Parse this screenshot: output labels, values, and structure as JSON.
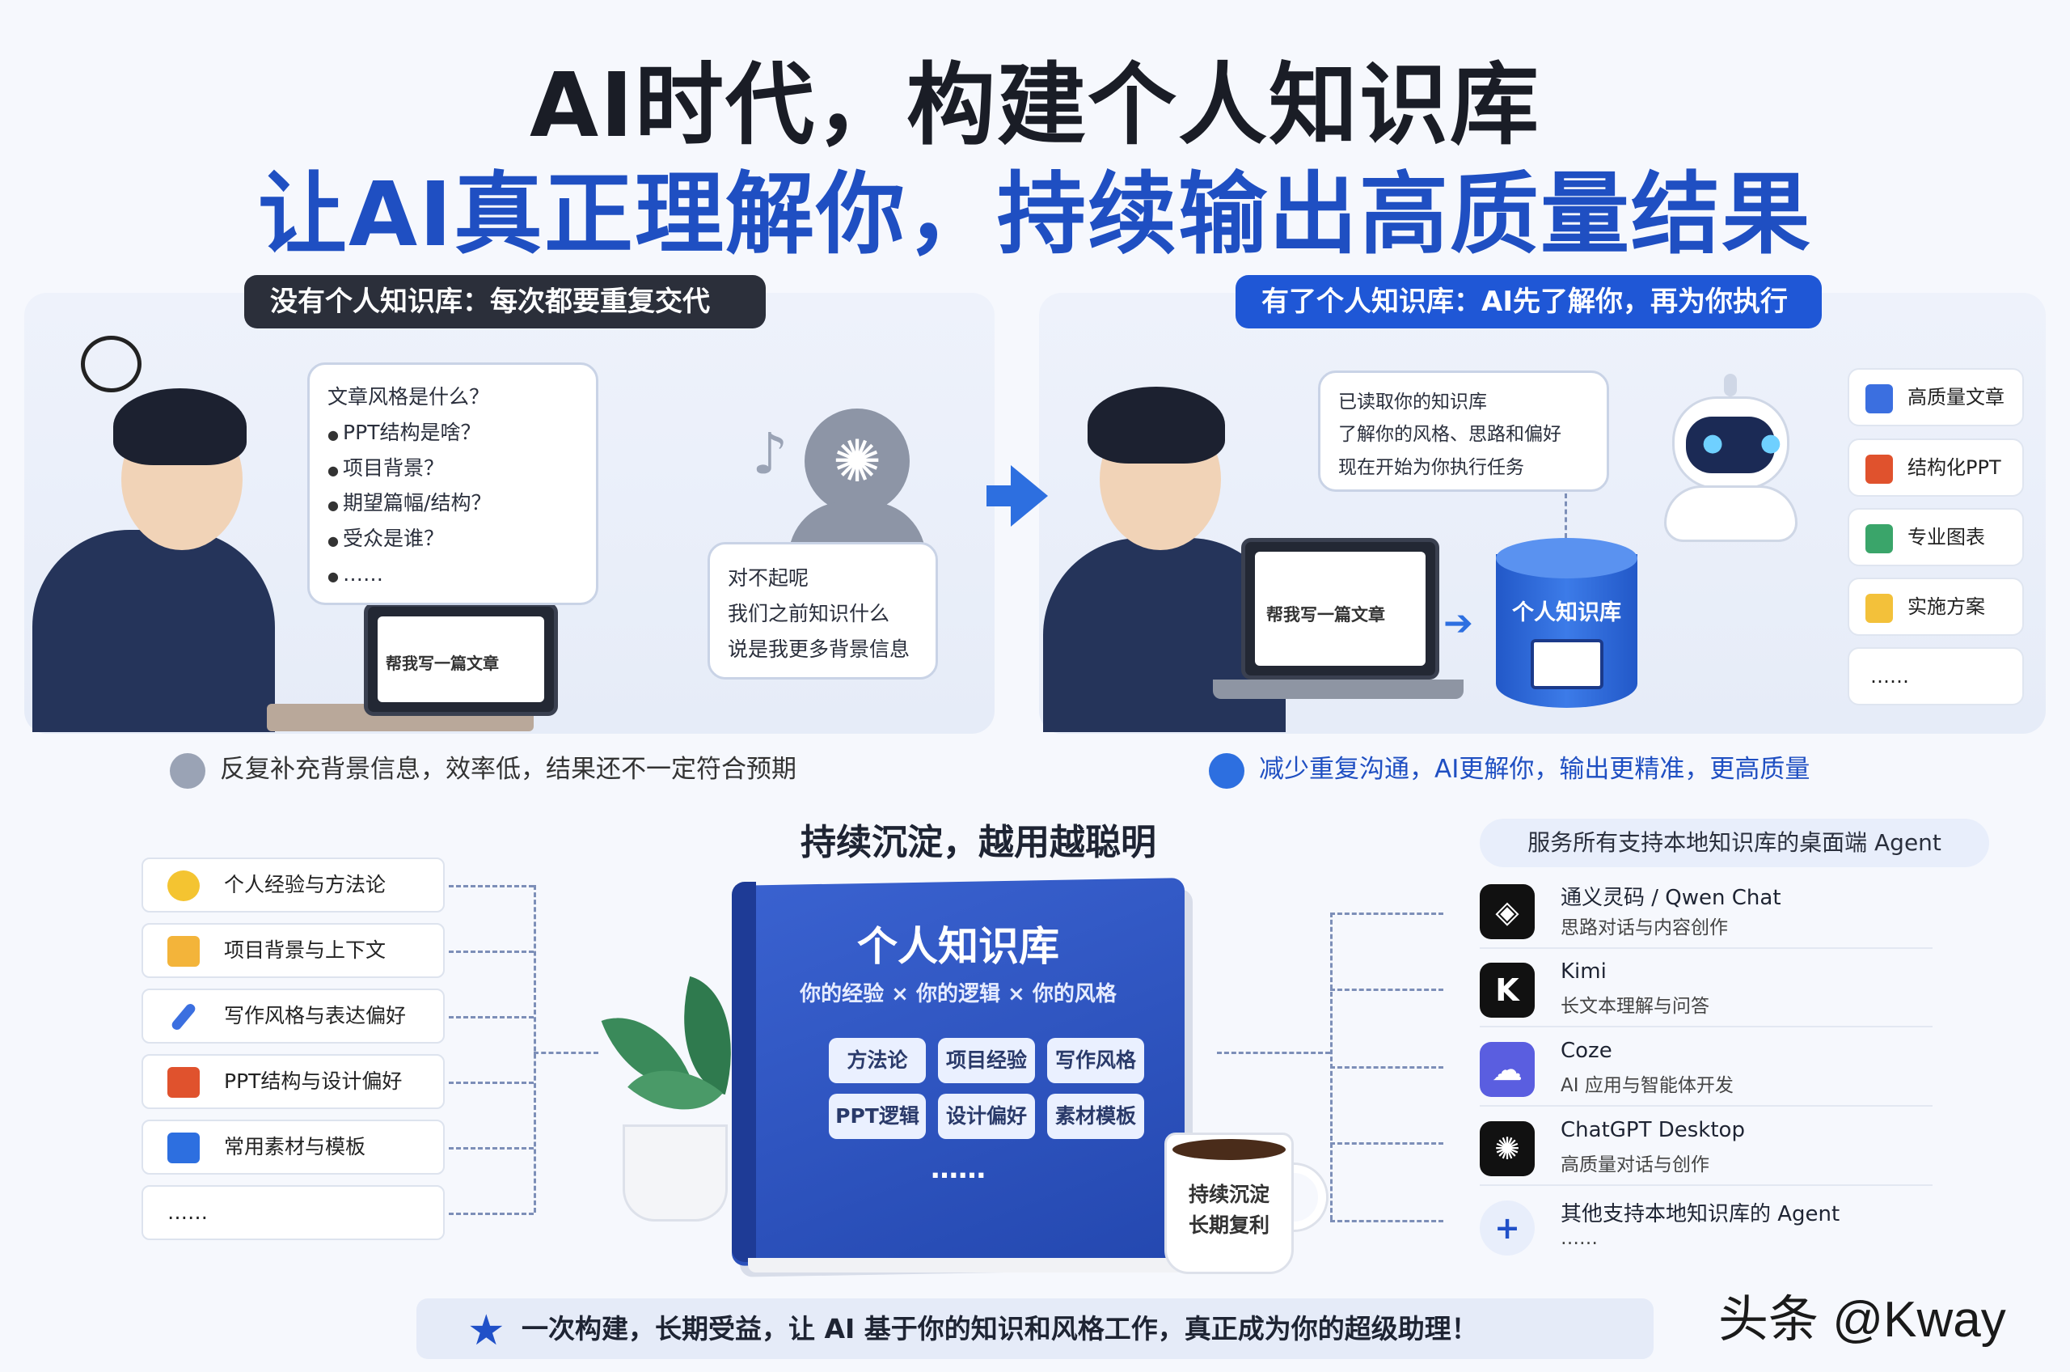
{
  "header": {
    "title": "AI时代，构建个人知识库",
    "subtitle": "让AI真正理解你，持续输出高质量结果"
  },
  "left_panel": {
    "pill": "没有个人知识库：每次都要重复交代",
    "question_bubble": {
      "heading": "文章风格是什么？",
      "items": [
        "PPT结构是啥？",
        "项目背景？",
        "期望篇幅/结构？",
        "受众是谁？",
        "……"
      ]
    },
    "laptop_text": "帮我写一篇文章",
    "ai_bubble": [
      "对不起呢",
      "我们之前知识什么",
      "说是我更多背景信息"
    ],
    "status": "反复补充背景信息，效率低，结果还不一定符合预期"
  },
  "right_panel": {
    "pill": "有了个人知识库：AI先了解你，再为你执行",
    "known_bubble": [
      "已读取你的知识库",
      "了解你的风格、思路和偏好",
      "现在开始为你执行任务"
    ],
    "laptop_text": "帮我写一篇文章",
    "cylinder_label": "个人知识库",
    "outputs": [
      "高质量文章",
      "结构化PPT",
      "专业图表",
      "实施方案",
      "……"
    ],
    "status": "减少重复沟通，AI更解你，输出更精准，更高质量"
  },
  "middle": {
    "title": "持续沉淀，越用越聪明",
    "left_items": [
      "个人经验与方法论",
      "项目背景与上下文",
      "写作风格与表达偏好",
      "PPT结构与设计偏好",
      "常用素材与模板",
      "……"
    ],
    "book": {
      "title": "个人知识库",
      "subtitle": "你的经验 × 你的逻辑 × 你的风格",
      "tags": [
        "方法论",
        "项目经验",
        "写作风格",
        "PPT逻辑",
        "设计偏好",
        "素材模板"
      ],
      "dots": "……"
    },
    "mug_text": [
      "持续沉淀",
      "长期复利"
    ]
  },
  "agents": {
    "header": "服务所有支持本地知识库的桌面端 Agent",
    "items": [
      {
        "name": "通义灵码 / Qwen Chat",
        "desc": "思路对话与内容创作",
        "icon": "qwen-icon",
        "glyph": "◈"
      },
      {
        "name": "Kimi",
        "desc": "长文本理解与问答",
        "icon": "kimi-icon",
        "glyph": "K"
      },
      {
        "name": "Coze",
        "desc": "AI 应用与智能体开发",
        "icon": "coze-icon",
        "glyph": "☁"
      },
      {
        "name": "ChatGPT Desktop",
        "desc": "高质量对话与创作",
        "icon": "chatgpt-icon",
        "glyph": "✺"
      },
      {
        "name": "其他支持本地知识库的 Agent",
        "desc": "……",
        "icon": "plus-icon",
        "glyph": "+"
      }
    ]
  },
  "footer": {
    "text": "一次构建，长期受益，让 AI 基于你的知识和风格工作，真正成为你的超级助理！",
    "watermark": "头条 @Kway"
  },
  "colors": {
    "accent_blue": "#1f4fc2",
    "dark_pill": "#2b2f3a",
    "panel_bg": "#e9eef9"
  }
}
